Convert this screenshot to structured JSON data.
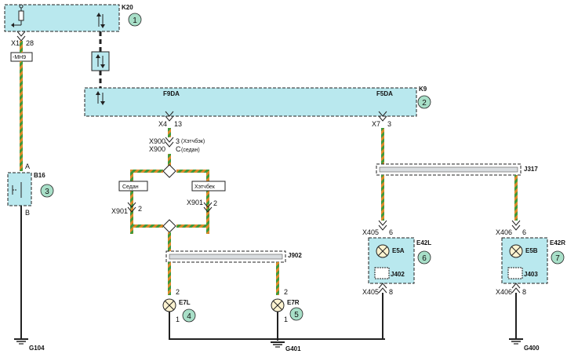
{
  "colors": {
    "module_fill": "#b9e8ee",
    "callout_fill": "#a8dfc8",
    "wire_green": "#3f9a3c",
    "wire_orange": "#e08a2a",
    "shield_fill": "#d9dde0",
    "ground": "#222222"
  },
  "modules": {
    "k20": {
      "label": "K20",
      "callout": "1"
    },
    "k9": {
      "label": "K9",
      "callout": "2",
      "pin_left": "F9DA",
      "pin_right": "F5DA"
    }
  },
  "connectors": {
    "x1": {
      "name": "X1",
      "pin": "28"
    },
    "mh9": {
      "label": "-MH9"
    },
    "x4": {
      "name": "X4",
      "pin": "13"
    },
    "x7": {
      "name": "X7",
      "pin": "3"
    },
    "x900a": {
      "name": "X900",
      "pin": "3",
      "note": "(Хэтчбэк)"
    },
    "x900b": {
      "name": "X900",
      "pin": "C",
      "note": "(седан)"
    },
    "x901l": {
      "name": "X901",
      "pin": "2"
    },
    "x901r": {
      "name": "X901",
      "pin": "2"
    },
    "x405a": {
      "name": "X405",
      "pin": "6"
    },
    "x405b": {
      "name": "X405",
      "pin": "8"
    },
    "x406a": {
      "name": "X406",
      "pin": "6"
    },
    "x406b": {
      "name": "X406",
      "pin": "8"
    }
  },
  "variants": {
    "sedan": "Седан",
    "hatch": "Хэтчбек"
  },
  "switch_b16": {
    "label": "B16",
    "pin_a": "A",
    "pin_b": "B",
    "callout": "3"
  },
  "splices": {
    "j902": "J902",
    "j317": "J317",
    "j402": "J402",
    "j403": "J403"
  },
  "lamps": {
    "e7l": {
      "label": "E7L",
      "pin_top": "2",
      "pin_bot": "1",
      "callout": "4"
    },
    "e7r": {
      "label": "E7R",
      "pin_top": "2",
      "pin_bot": "1",
      "callout": "5"
    },
    "e5a": {
      "label": "E5A",
      "housing": "E42L",
      "callout": "6"
    },
    "e5b": {
      "label": "E5B",
      "housing": "E42R",
      "callout": "7"
    }
  },
  "grounds": {
    "g104": "G104",
    "g401": "G401",
    "g400": "G400"
  }
}
